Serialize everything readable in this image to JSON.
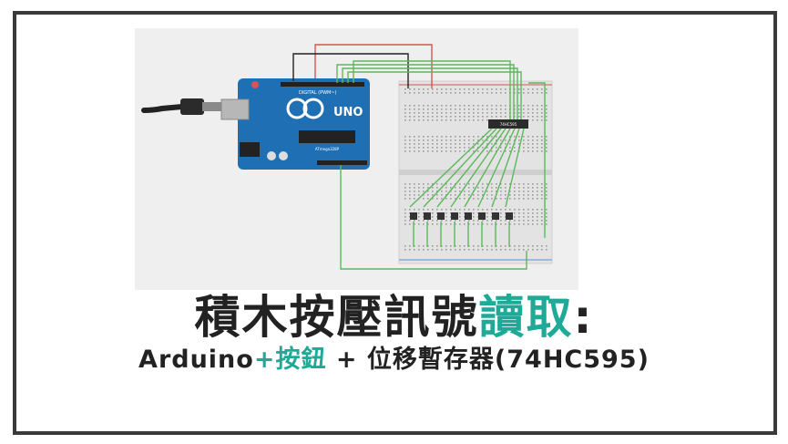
{
  "colors": {
    "accent": "#1fa997",
    "text": "#222222",
    "board": "#1f6fb5",
    "wire_green": "#5cb85c",
    "wire_red": "#d9534f",
    "wire_black": "#222222"
  },
  "board": {
    "brand": "UNO",
    "model_text": "DIGITAL (PWM~)",
    "chip_label": "ATmega328P"
  },
  "shift_register": {
    "label": "74HC595"
  },
  "title": {
    "part1": "積木按壓訊號",
    "part2": "讀取",
    "part3": ":"
  },
  "subtitle": {
    "part1": "Arduino",
    "plus1": "+",
    "part2": "按鈕",
    "plus2": " + ",
    "part3": "位移暫存器(74HC595)"
  }
}
